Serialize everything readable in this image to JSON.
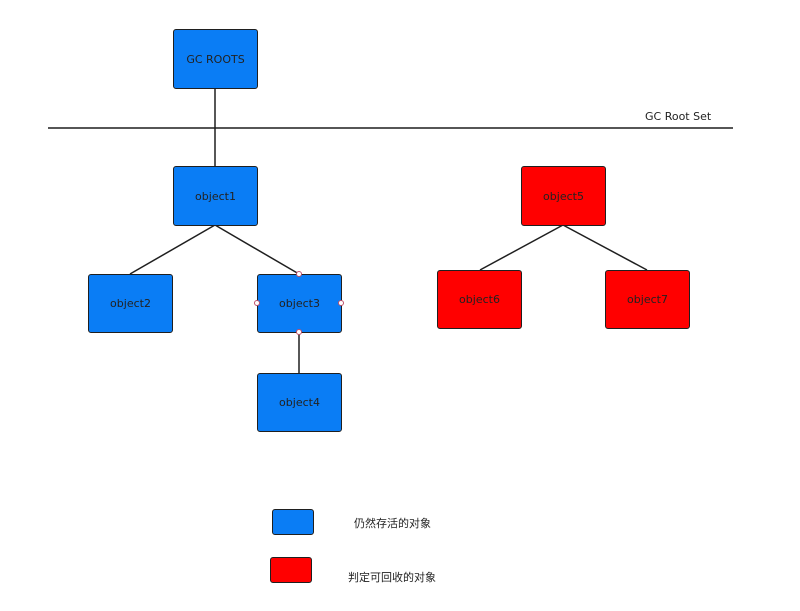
{
  "diagram": {
    "root_set_label": "GC Root Set",
    "nodes": {
      "gc_roots": "GC ROOTS",
      "object1": "object1",
      "object2": "object2",
      "object3": "object3",
      "object4": "object4",
      "object5": "object5",
      "object6": "object6",
      "object7": "object7"
    },
    "colors": {
      "alive": "#0a7df5",
      "collectable": "#ff0000"
    },
    "edges": [
      [
        "GC ROOTS",
        "object1"
      ],
      [
        "object1",
        "object2"
      ],
      [
        "object1",
        "object3"
      ],
      [
        "object3",
        "object4"
      ],
      [
        "object5",
        "object6"
      ],
      [
        "object5",
        "object7"
      ]
    ],
    "selected_node": "object3"
  },
  "legend": {
    "alive_label": "仍然存活的对象",
    "collectable_label": "判定可回收的对象"
  }
}
